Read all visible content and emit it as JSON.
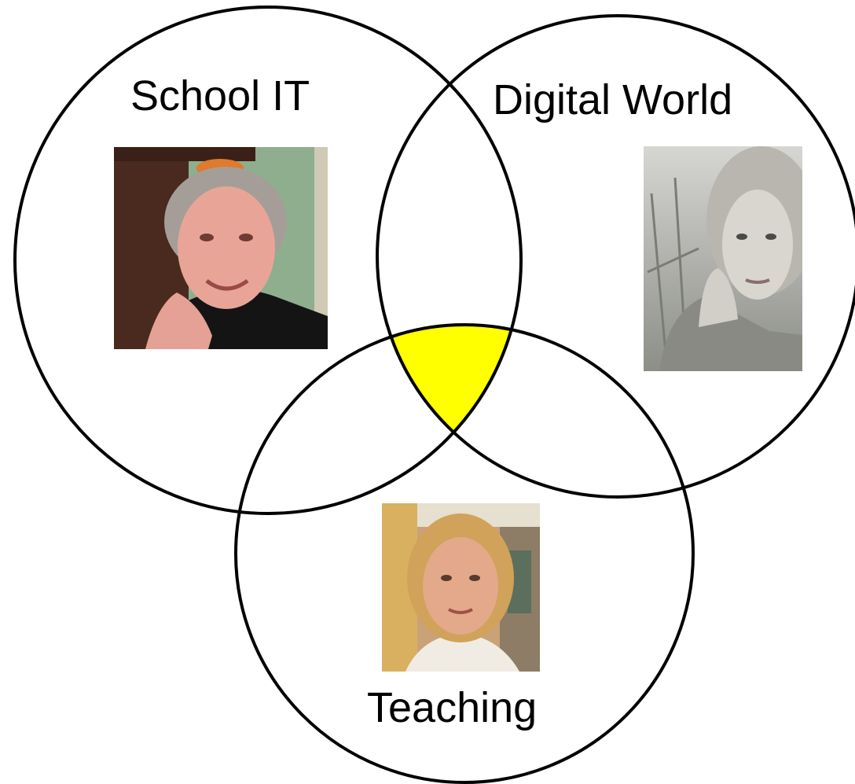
{
  "diagram": {
    "type": "venn",
    "sets": [
      {
        "id": "school-it",
        "label": "School IT"
      },
      {
        "id": "digital-world",
        "label": "Digital World"
      },
      {
        "id": "teaching",
        "label": "Teaching"
      }
    ],
    "highlight": {
      "region": "school-it ∩ digital-world ∩ teaching",
      "color": "#ffff00"
    },
    "stroke_color": "#000000",
    "photos": [
      {
        "set": "school-it",
        "subject": "man-portrait",
        "style": "color"
      },
      {
        "set": "digital-world",
        "subject": "woman-portrait",
        "style": "grayscale"
      },
      {
        "set": "teaching",
        "subject": "woman-portrait",
        "style": "color"
      }
    ]
  }
}
